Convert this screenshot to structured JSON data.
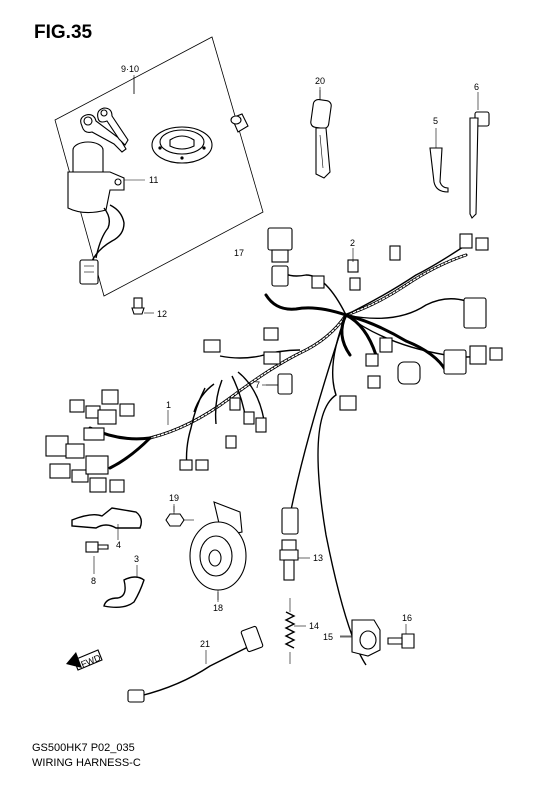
{
  "figure": {
    "title": "FIG.35"
  },
  "captions": {
    "model": "GS500HK7  P02_035",
    "name": "WIRING HARNESS-C"
  },
  "callouts": {
    "c1": "1",
    "c2": "2",
    "c3": "3",
    "c4": "4",
    "c5": "5",
    "c6": "6",
    "c7": "7",
    "c8": "8",
    "c9_10": "9·10",
    "c11": "11",
    "c12": "12",
    "c13": "13",
    "c14": "14",
    "c15": "15",
    "c16": "16",
    "c17": "17",
    "c18": "18",
    "c19": "19",
    "c20": "20",
    "c21": "21"
  },
  "arrow": {
    "text": "FWD"
  }
}
